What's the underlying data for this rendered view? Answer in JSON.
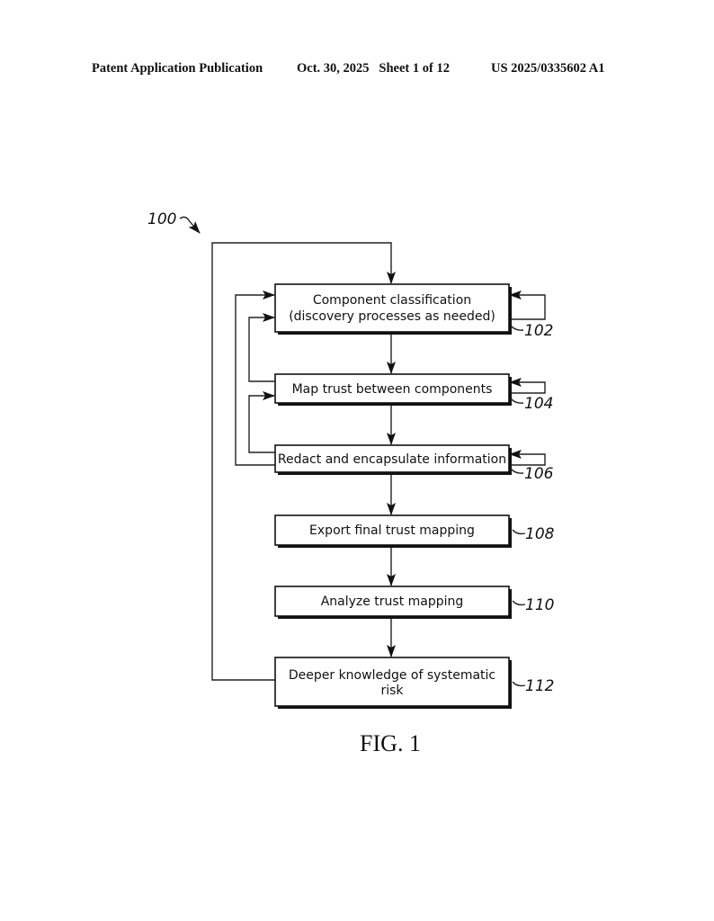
{
  "header": {
    "publication": "Patent Application Publication",
    "date_sheet": "Oct. 30, 2025   Sheet 1 of 12",
    "number": "US 2025/0335602 A1"
  },
  "figure": {
    "ref": "100",
    "caption": "FIG. 1",
    "steps": [
      {
        "ref": "102",
        "lines": [
          "Component classification",
          "(discovery processes as needed)"
        ]
      },
      {
        "ref": "104",
        "lines": [
          "Map trust between components"
        ]
      },
      {
        "ref": "106",
        "lines": [
          "Redact and encapsulate information"
        ]
      },
      {
        "ref": "108",
        "lines": [
          "Export final trust mapping"
        ]
      },
      {
        "ref": "110",
        "lines": [
          "Analyze trust mapping"
        ]
      },
      {
        "ref": "112",
        "lines": [
          "Deeper knowledge of systematic",
          "risk"
        ]
      }
    ]
  }
}
